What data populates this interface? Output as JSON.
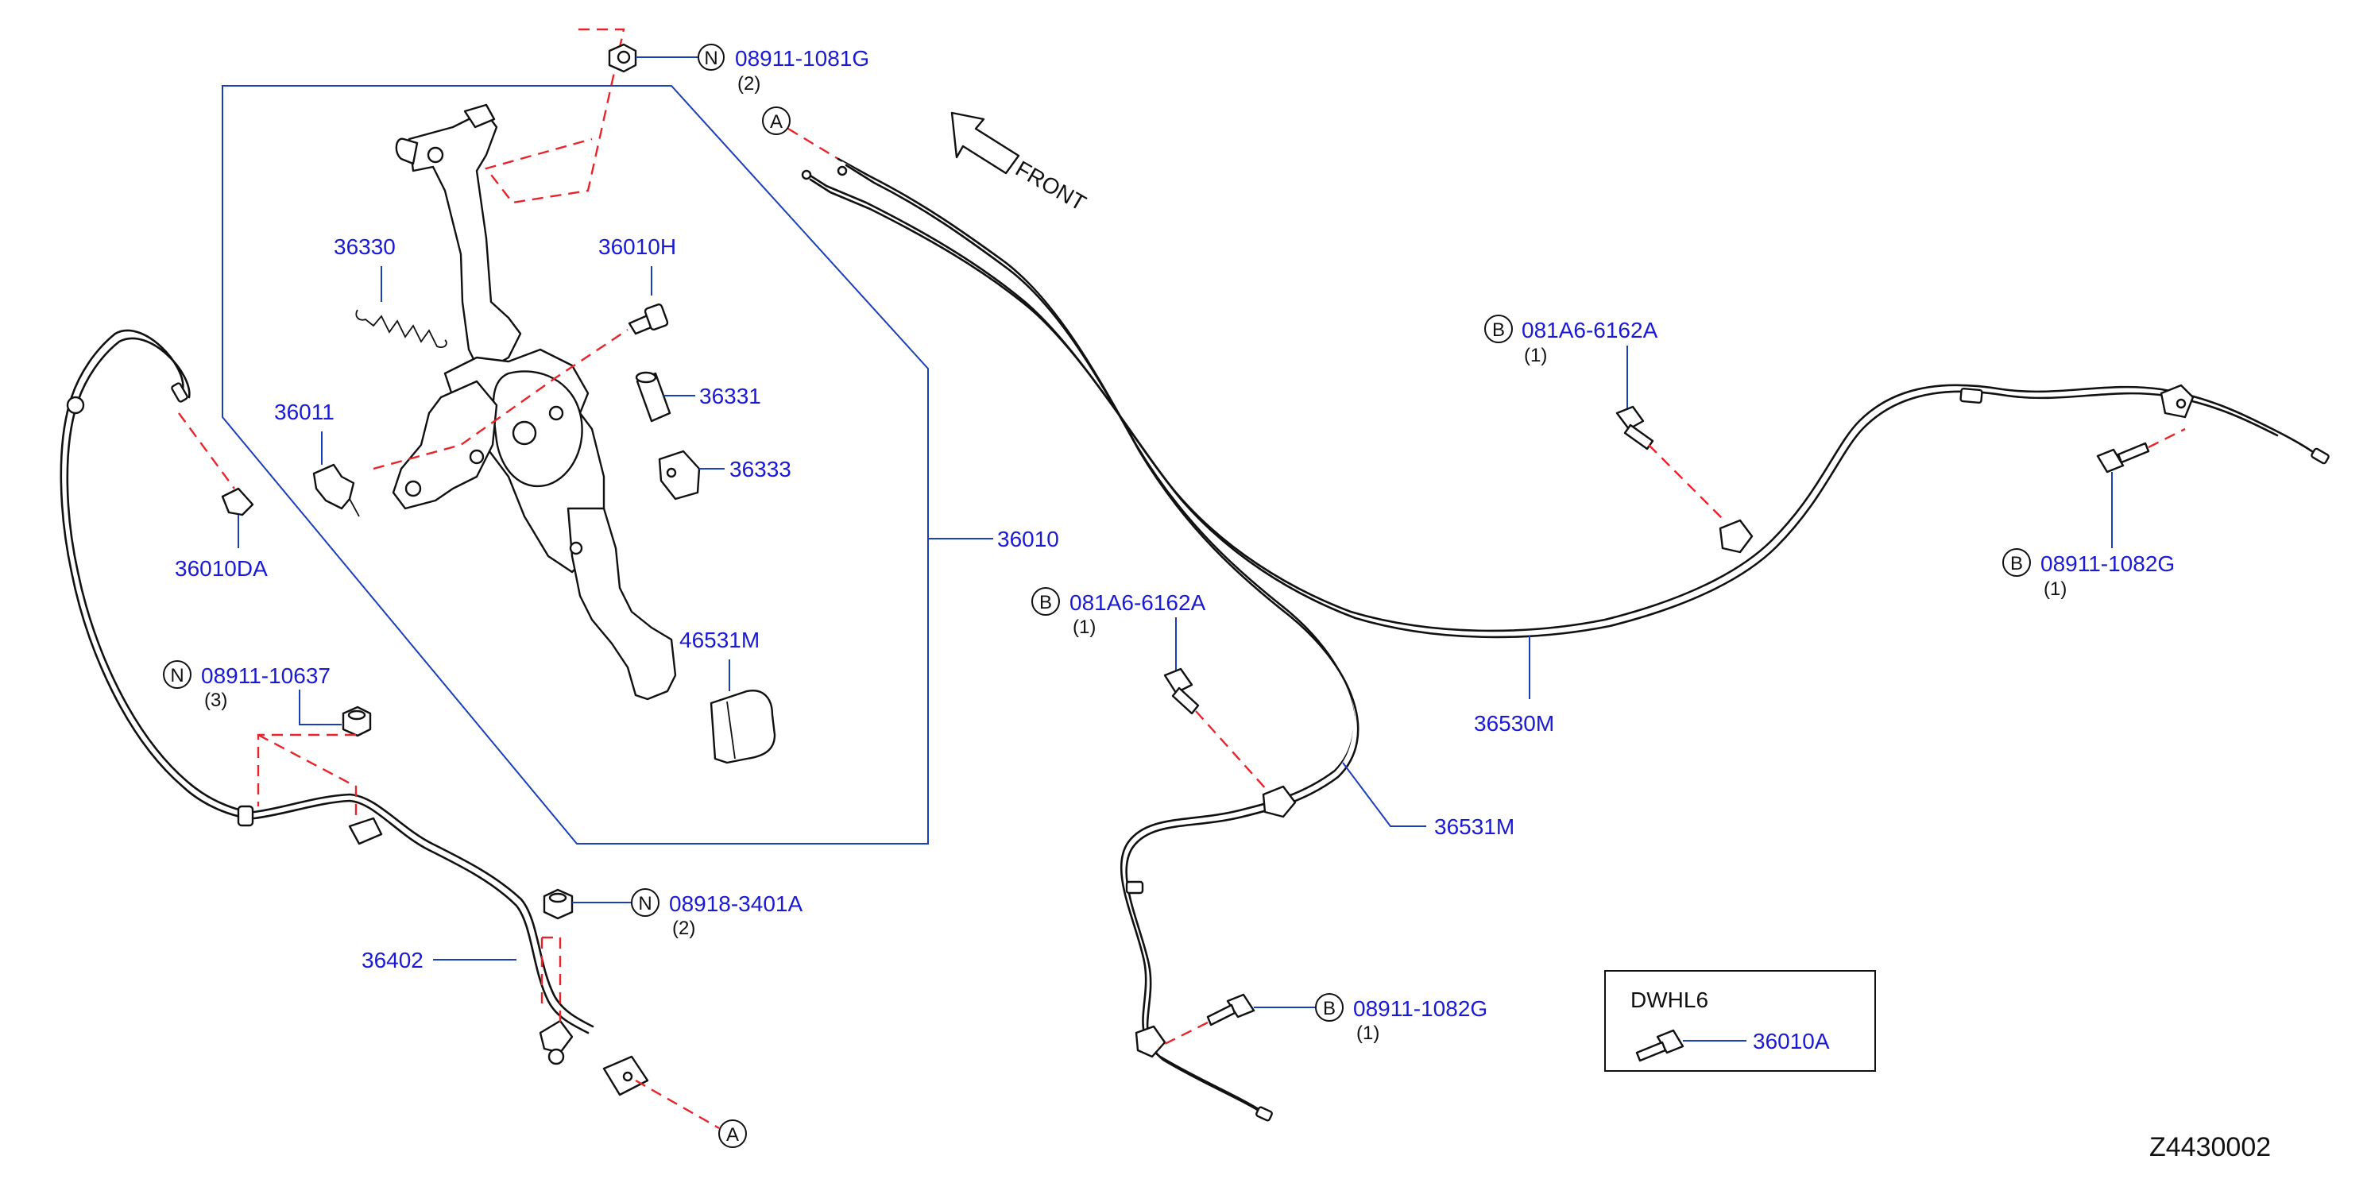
{
  "diagram_code": "Z4430002",
  "front_label": "FRONT",
  "labels": {
    "p_0891_1081g": "08911-1081G",
    "q_0891_1081g": "(2)",
    "p_36330": "36330",
    "p_36010h": "36010H",
    "p_36331": "36331",
    "p_36011": "36011",
    "p_36333": "36333",
    "p_36010": "36010",
    "p_36010da": "36010DA",
    "p_46531m": "46531M",
    "p_0891_10637": "08911-10637",
    "q_0891_10637": "(3)",
    "p_0891_3401a": "08918-3401A",
    "q_0891_3401a": "(2)",
    "p_36402": "36402",
    "p_081a6_mid": "081A6-6162A",
    "q_081a6_mid": "(1)",
    "p_081a6_right": "081A6-6162A",
    "q_081a6_right": "(1)",
    "p_0891_1082g_right": "08911-1082G",
    "q_0891_1082g_right": "(1)",
    "p_0891_1082g_bottom": "08911-1082G",
    "q_0891_1082g_bottom": "(1)",
    "p_36530m": "36530M",
    "p_36531m": "36531M"
  },
  "markers": {
    "n": "N",
    "a": "A",
    "b": "B"
  },
  "inset": {
    "title": "DWHL6",
    "part": "36010A"
  }
}
